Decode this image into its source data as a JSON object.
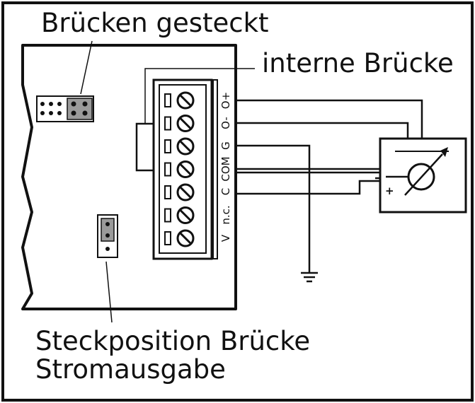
{
  "labels": {
    "jumpers_fitted": "Brücken gesteckt",
    "internal_jumper": "interne Brücke",
    "jumper_position_line1": "Steckposition Brücke",
    "jumper_position_line2": "Stromausgabe"
  },
  "terminals": [
    "O+",
    "O-",
    "G",
    "COM",
    "C",
    "n.c.",
    "V"
  ],
  "meter": {
    "polarity_mark": "+"
  },
  "colors": {
    "stroke": "#111111",
    "background": "#ffffff",
    "jumper_fill": "#9a9a9a"
  }
}
